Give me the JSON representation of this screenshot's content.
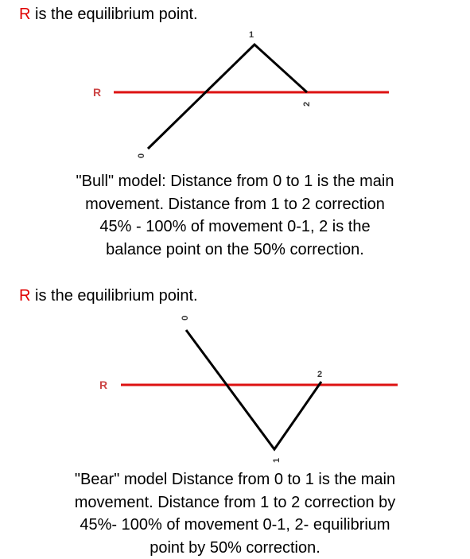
{
  "panels": [
    {
      "heading_r": "R",
      "heading_rest": " is the equilibrium point.",
      "label_r": "R",
      "point_labels": [
        "0",
        "1",
        "2"
      ],
      "caption_lines": [
        "\"Bull\" model: Distance from 0 to 1 is the main",
        "movement. Distance from 1 to 2 correction",
        "45% - 100% of movement 0-1, 2 is the",
        "balance point on the 50% correction."
      ]
    },
    {
      "heading_r": "R",
      "heading_rest": " is the equilibrium point.",
      "label_r": "R",
      "point_labels": [
        "0",
        "1",
        "2"
      ],
      "caption_lines": [
        "\"Bear\" model Distance from 0 to 1 is the main",
        "movement. Distance from 1 to 2 correction by",
        "45%- 100% of movement 0-1, 2- equilibrium",
        "point by 50% correction."
      ]
    }
  ],
  "colors": {
    "r_letter": "#e00000",
    "equilibrium_line": "#dd1111",
    "zigzag": "#000000",
    "labels": "#333333"
  }
}
